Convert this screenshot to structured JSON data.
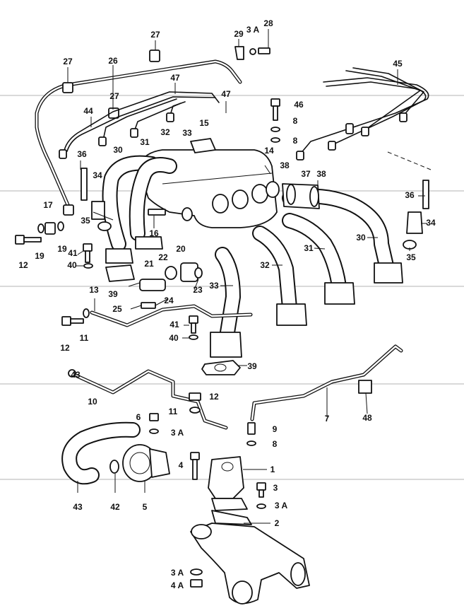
{
  "diagram": {
    "callouts": [
      "27",
      "26",
      "27",
      "29",
      "3 A",
      "28",
      "47",
      "45",
      "27",
      "47",
      "46",
      "8",
      "8",
      "44",
      "32",
      "33",
      "15",
      "14",
      "36",
      "30",
      "31",
      "38",
      "37",
      "38",
      "36",
      "34",
      "17",
      "35",
      "16",
      "34",
      "12",
      "19",
      "19",
      "41",
      "40",
      "22",
      "20",
      "21",
      "35",
      "30",
      "31",
      "32",
      "33",
      "39",
      "23",
      "13",
      "24",
      "25",
      "11",
      "12",
      "41",
      "40",
      "39",
      "43",
      "10",
      "12",
      "11",
      "7",
      "48",
      "6",
      "3 A",
      "9",
      "8",
      "4",
      "1",
      "43",
      "42",
      "5",
      "3",
      "3 A",
      "2",
      "3 A",
      "4 A"
    ]
  }
}
